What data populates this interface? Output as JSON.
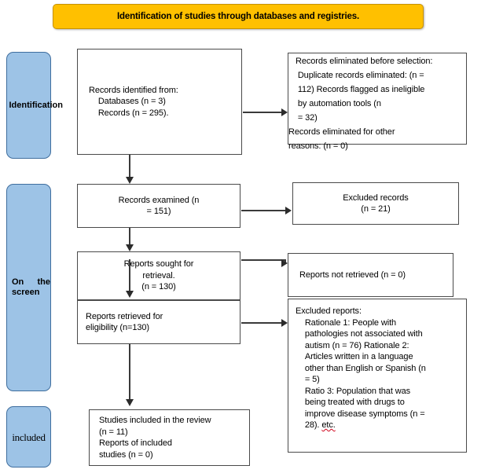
{
  "banner": {
    "text": "Identification of studies through databases and registries."
  },
  "stages": [
    {
      "id": "identification",
      "label": "Identification"
    },
    {
      "id": "screening",
      "label": "On the screen"
    },
    {
      "id": "included",
      "label": "included"
    }
  ],
  "boxes": {
    "identified": {
      "name": "records-identified",
      "text": "Records identified from:\n    Databases (n = 3)\n    Records (n = 295)."
    },
    "eliminated": {
      "name": "records-eliminated-before-selection",
      "text": "Records eliminated before selection:\n    Duplicate records eliminated: (n =\n    112) Records flagged as ineligible\n    by automation tools (n\n    = 32)\nRecords eliminated for other\nreasons: (n = 0)"
    },
    "examined": {
      "name": "records-examined",
      "text": "Records examined (n\n= 151)"
    },
    "excluded_records": {
      "name": "excluded-records",
      "text": "Excluded records\n(n = 21)"
    },
    "sought": {
      "name": "reports-sought-for-retrieval",
      "text": "Reports sought for\nretrieval.\n(n = 130)"
    },
    "retrieved": {
      "name": "reports-retrieved-for-eligibility",
      "text": "Reports retrieved for\neligibility (n=130)"
    },
    "not_retrieved": {
      "name": "reports-not-retrieved",
      "text": "Reports not retrieved (n = 0)"
    },
    "excluded_reports": {
      "name": "excluded-reports",
      "text_main": "Excluded reports:\n    Rationale 1: People with\n    pathologies not associated with\n    autism (n = 76) Rationale 2:\n    Articles written in a language\n    other than English or Spanish (n\n    = 5)\n    Ratio 3: Population that was\n    being treated with drugs to\n    improve disease symptoms (n =\n    28). ",
      "text_flagged": "etc."
    },
    "included": {
      "name": "studies-included-in-review",
      "text": "Studies included in the review\n(n = 11)\nReports of included\nstudies (n = 0)"
    }
  },
  "colors": {
    "banner_fill": "#FFC000",
    "banner_border": "#C79200",
    "stage_fill": "#9DC3E6",
    "stage_border": "#3F6E9E",
    "box_border": "#4A4A4A",
    "connector": "#3A3A3A",
    "spellcheck_underline": "#D0021B"
  }
}
